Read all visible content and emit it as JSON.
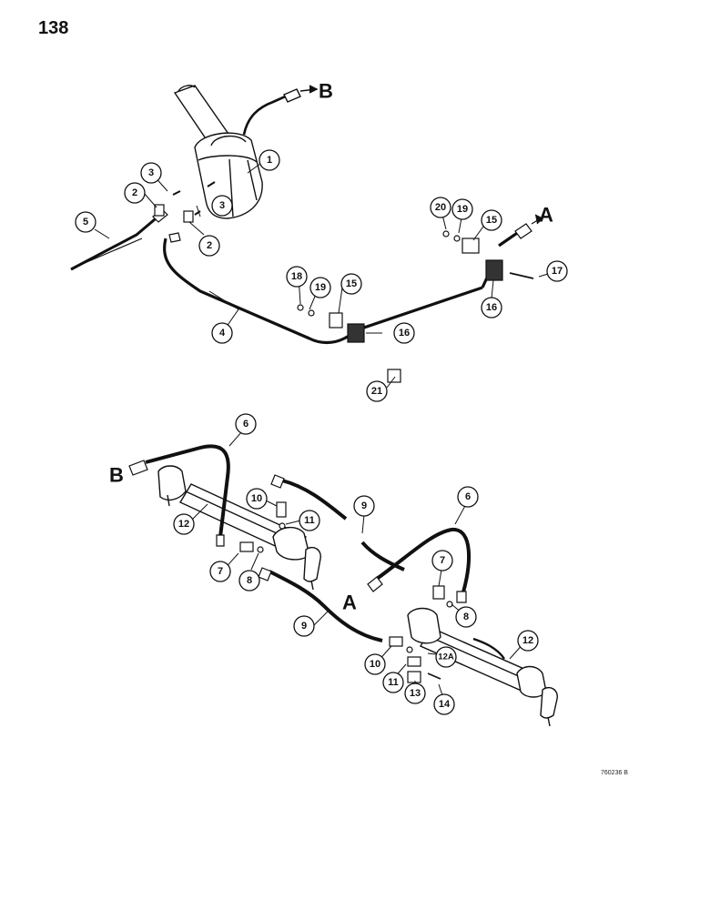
{
  "page": {
    "number": "138",
    "drawing_code": "760236 B"
  },
  "refs": {
    "a": "A",
    "b": "B"
  },
  "callouts": {
    "c1": "1",
    "c2a": "2",
    "c2b": "2",
    "c3a": "3",
    "c3b": "3",
    "c4": "4",
    "c5": "5",
    "c15a": "15",
    "c15b": "15",
    "c16a": "16",
    "c16b": "16",
    "c17": "17",
    "c18": "18",
    "c19a": "19",
    "c19b": "19",
    "c20": "20",
    "c21": "21",
    "c6a": "6",
    "c6b": "6",
    "c7a": "7",
    "c7b": "7",
    "c8a": "8",
    "c8b": "8",
    "c9a": "9",
    "c9b": "9",
    "c10a": "10",
    "c10b": "10",
    "c11a": "11",
    "c11b": "11",
    "c12a": "12",
    "c12b": "12",
    "c12A": "12A",
    "c13": "13",
    "c14": "14"
  }
}
